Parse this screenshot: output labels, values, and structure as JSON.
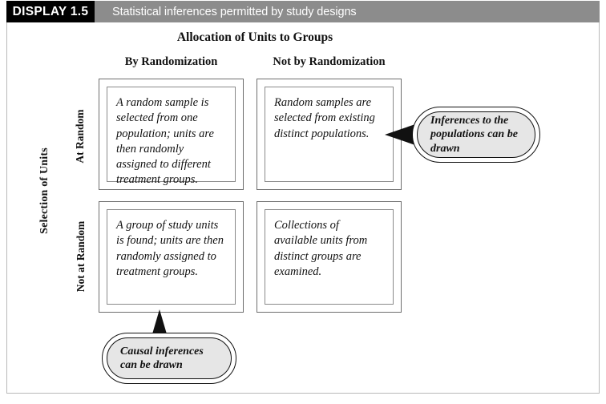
{
  "header": {
    "tag": "DISPLAY 1.5",
    "title": "Statistical inferences permitted by study designs",
    "tag_bg": "#000000",
    "strip_bg": "#8c8c8c"
  },
  "diagram": {
    "grid_title": "Allocation of Units to Groups",
    "row_axis_label": "Selection of Units",
    "columns": [
      {
        "label": "By Randomization"
      },
      {
        "label": "Not by Randomization"
      }
    ],
    "rows": [
      {
        "label": "At Random"
      },
      {
        "label": "Not at Random"
      }
    ],
    "cells": [
      {
        "id": "r1c1",
        "text": "A random sample is selected from one population; units are then randomly assigned to different treatment groups."
      },
      {
        "id": "r1c2",
        "text": "Random samples are selected from existing distinct populations."
      },
      {
        "id": "r2c1",
        "text": "A group of study units is found; units are then randomly assigned to treatment groups."
      },
      {
        "id": "r2c2",
        "text": "Collections of available units from distinct groups are examined."
      }
    ],
    "callouts": [
      {
        "id": "right-callout",
        "text": "Inferences to the populations can be drawn",
        "fill": "#e6e6e6"
      },
      {
        "id": "bottom-callout",
        "text": "Causal inferences can be drawn",
        "fill": "#e6e6e6"
      }
    ]
  }
}
